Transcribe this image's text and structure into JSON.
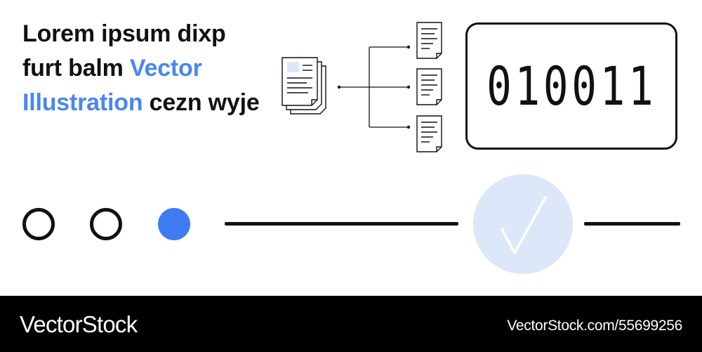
{
  "headline": {
    "part1": "Lorem ipsum dixp furt balm ",
    "accent": "Vector Illustration",
    "part2": " cezn wyje"
  },
  "binary": "010011",
  "icons": {
    "documents": "document-stack-icon",
    "split_documents": "document-icon",
    "checkmark": "checkmark-icon"
  },
  "progress": {
    "steps_total": 3,
    "current_step": 3
  },
  "colors": {
    "accent_text": "#4a86f0",
    "active_step": "#3f7bf0",
    "check_circle": "#dce7f9",
    "text": "#111111",
    "footer_bg": "#000000"
  },
  "footer": {
    "brand": "VectorStock",
    "image_id": "VectorStock.com/55699256"
  }
}
